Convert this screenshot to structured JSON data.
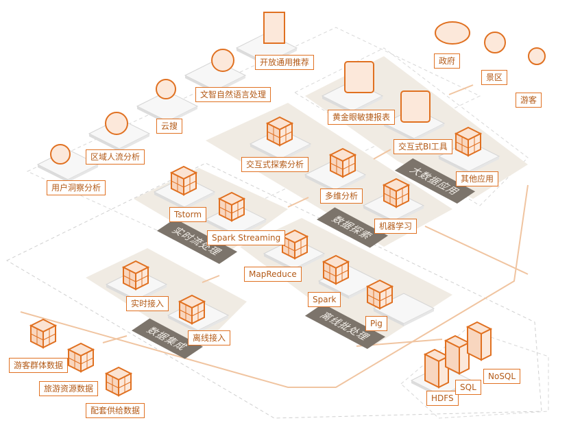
{
  "layers": {
    "apps_top": [
      "开放通用推荐",
      "文智自然语言处理",
      "云搜",
      "区域人流分析",
      "用户洞察分析"
    ],
    "users": [
      "政府",
      "景区",
      "游客"
    ],
    "bigdata_app": {
      "tag": "大数据应用",
      "items": [
        "黄金眼敏捷报表",
        "交互式BI工具",
        "其他应用"
      ]
    },
    "explore": {
      "tag": "数据探索",
      "items": [
        "交互式探索分析",
        "多维分析",
        "机器学习"
      ]
    },
    "realtime": {
      "tag": "实时流处理",
      "items": [
        "Tstorm",
        "Spark Streaming"
      ]
    },
    "batch": {
      "tag": "离线批处理",
      "items": [
        "MapReduce",
        "Spark",
        "Pig"
      ]
    },
    "integration": {
      "tag": "数据集成",
      "items": [
        "实时接入",
        "离线接入"
      ]
    },
    "sources": [
      "游客群体数据",
      "旅游资源数据",
      "配套供给数据"
    ],
    "storage": [
      "HDFS",
      "SQL",
      "NoSQL"
    ]
  },
  "colors": {
    "accent": "#e07020",
    "band": "#f0ebe3",
    "tag": "#7c746b",
    "arrow": "#f0c4a0"
  }
}
